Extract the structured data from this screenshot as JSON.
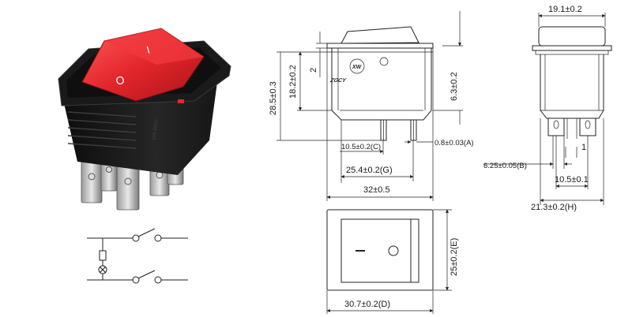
{
  "product": {
    "brand_mark": "XW",
    "brand_text": "ZGCY",
    "body_color": "#1b1b1b",
    "rocker_color": "#e3262b",
    "rocker_symbol_on": "I",
    "rocker_symbol_off": "O"
  },
  "dimensions": {
    "total_height": "28.5±0.3",
    "body_height": "18.2±0.2",
    "flange": "2",
    "terminal_length": "6.3±0.2",
    "terminal_pitch_c": "10.5±0.2(C)",
    "terminal_thickness": "0.8±0.03(A)",
    "flange_width": "25.4±0.2(G)",
    "overall_width": "32±0.5",
    "top_width": "19.1±0.2",
    "terminal_width": "6.25±0.05(B)",
    "gap": "1",
    "terminal_spacing": "10.5±0.1",
    "body_depth": "21.3±0.2(H)",
    "cutout_height": "25±0.2(E)",
    "cutout_width": "30.7±0.2(D)"
  },
  "top_view": {
    "symbol_dash": "–",
    "symbol_circle": "O"
  }
}
